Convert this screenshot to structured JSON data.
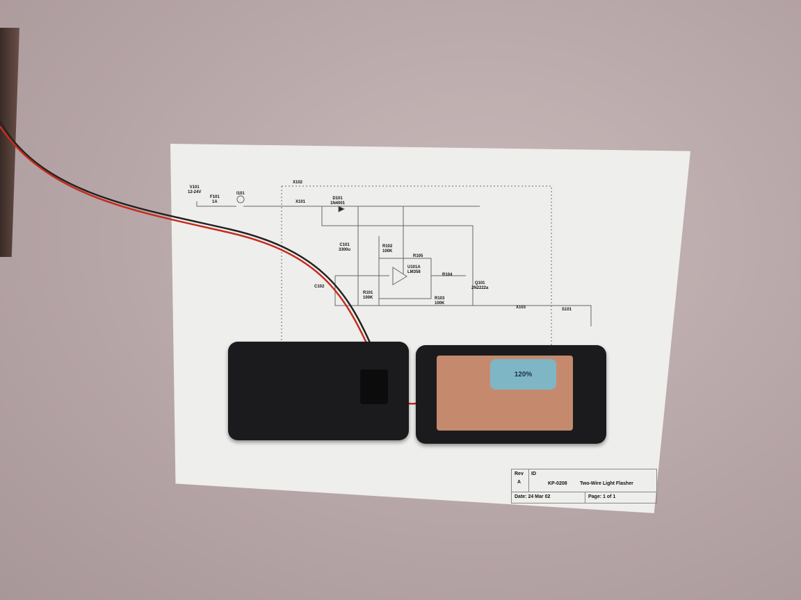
{
  "schematic": {
    "v101": "V101",
    "v101_val": "12-24V",
    "f101": "F101",
    "f101_val": "1A",
    "i101": "I101",
    "x102": "X102",
    "x101": "X101",
    "d101": "D101",
    "d101_val": "1N4001",
    "c101": "C101",
    "c101_val": "3300u",
    "r102": "R102",
    "r102_val": "100K",
    "r105": "R105",
    "u101": "U101A",
    "u101_val": "LM358",
    "r104": "R104",
    "q101": "Q101",
    "q101_val": "2N2222a",
    "r101": "R101",
    "r101_val": "100K",
    "r103": "R103",
    "r103_val": "100K",
    "c102": "C102",
    "x103": "X103",
    "s101": "S101"
  },
  "title_block": {
    "rev_label": "Rev",
    "rev": "A",
    "id_label": "ID",
    "id": "KP-0208",
    "title": "Two-Wire Light Flasher",
    "date": "Date: 24 Mar 02",
    "page": "Page: 1 of 1"
  },
  "capacitor_marking": "120%"
}
